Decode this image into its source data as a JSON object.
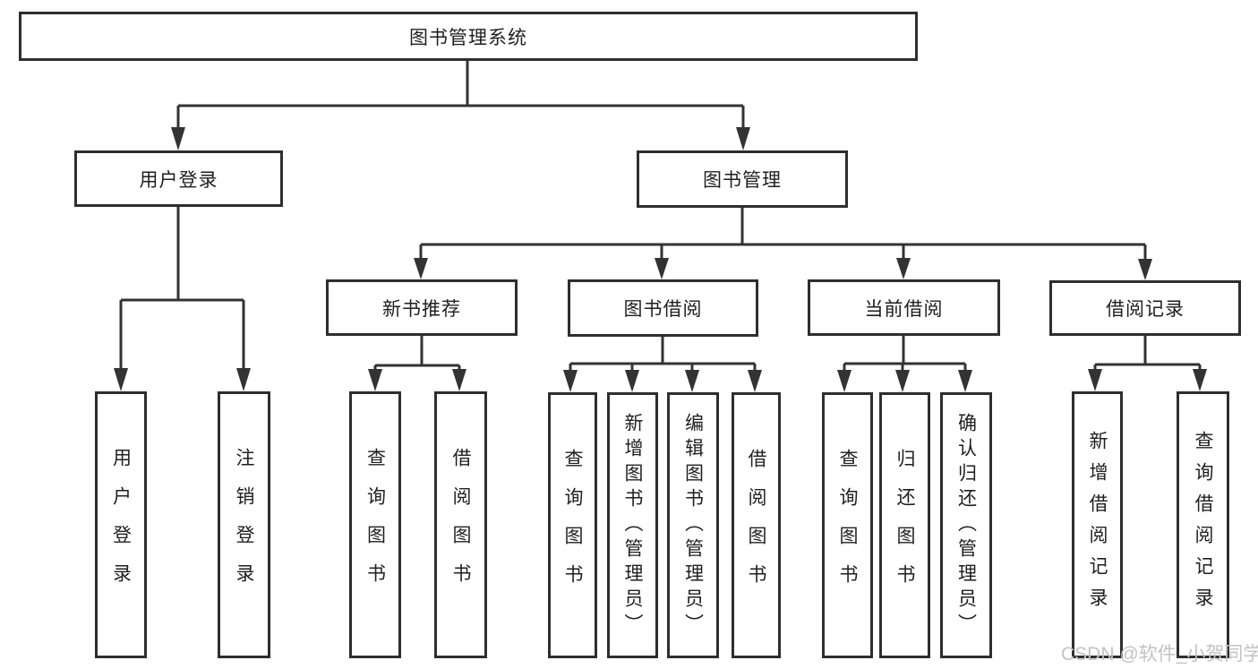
{
  "diagram": {
    "type": "hierarchy-tree",
    "root": "图书管理系统",
    "branches": [
      {
        "label": "用户登录",
        "leaves": [
          "用户登录",
          "注销登录"
        ]
      },
      {
        "label": "图书管理",
        "sections": [
          {
            "label": "新书推荐",
            "leaves": [
              "查询图书",
              "借阅图书"
            ]
          },
          {
            "label": "图书借阅",
            "leaves": [
              "查询图书",
              "新增图书（管理员）",
              "编辑图书（管理员）",
              "借阅图书"
            ]
          },
          {
            "label": "当前借阅",
            "leaves": [
              "查询图书",
              "归还图书",
              "确认归还（管理员）"
            ]
          },
          {
            "label": "借阅记录",
            "leaves": [
              "新增借阅记录",
              "查询借阅记录"
            ]
          }
        ]
      }
    ]
  },
  "watermark": "CSDN @软件_小贺同学",
  "colors": {
    "line": "#333333",
    "box_border": "#2e2e2e",
    "box_fill": "#ffffff",
    "text": "#1f1f1f",
    "watermark": "#c3c3c3",
    "background": "#ffffff"
  }
}
